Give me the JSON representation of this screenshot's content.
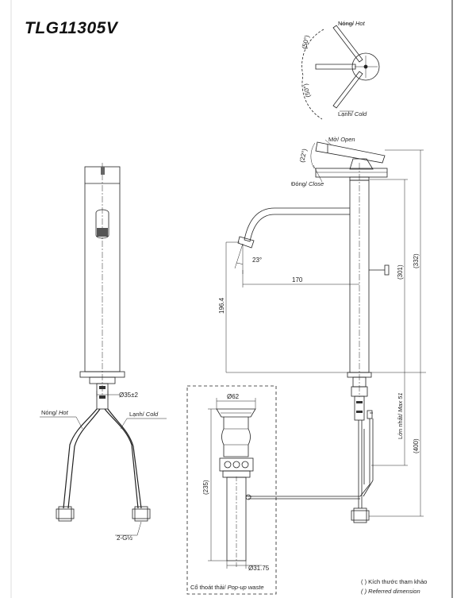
{
  "model": "TLG11305V",
  "top_view": {
    "hot_label": "Nóng/",
    "hot_label_en": "Hot",
    "cold_label": "Lạnh/",
    "cold_label_en": "Cold",
    "angle_hot": "(50°)",
    "angle_cold": "(50°)"
  },
  "front_view": {
    "diameter_label": "Ø35±2",
    "hot_label": "Nóng/",
    "hot_label_en": "Hot",
    "cold_label": "Lạnh/",
    "cold_label_en": "Cold",
    "thread_label": "2-G½"
  },
  "side_view": {
    "open_label": "Mở/",
    "open_label_en": "Open",
    "close_label": "Đóng/",
    "close_label_en": "Close",
    "lever_angle": "(22°)",
    "spout_angle": "23°",
    "reach": "170",
    "spout_height": "196.4",
    "dim_301": "(301)",
    "dim_332": "(332)",
    "max_deck": "Lớn nhất/",
    "max_deck_en": "Max 51",
    "dim_400": "(400)"
  },
  "popup_waste": {
    "top_diameter": "Ø62",
    "length": "(235)",
    "bottom_diameter": "Ø31.75",
    "caption": "Cổ thoát thải/",
    "caption_en": "Pop-up waste"
  },
  "legend": {
    "line1": "( ) Kích thước tham khảo",
    "line2": "( ) Referred dimension"
  }
}
